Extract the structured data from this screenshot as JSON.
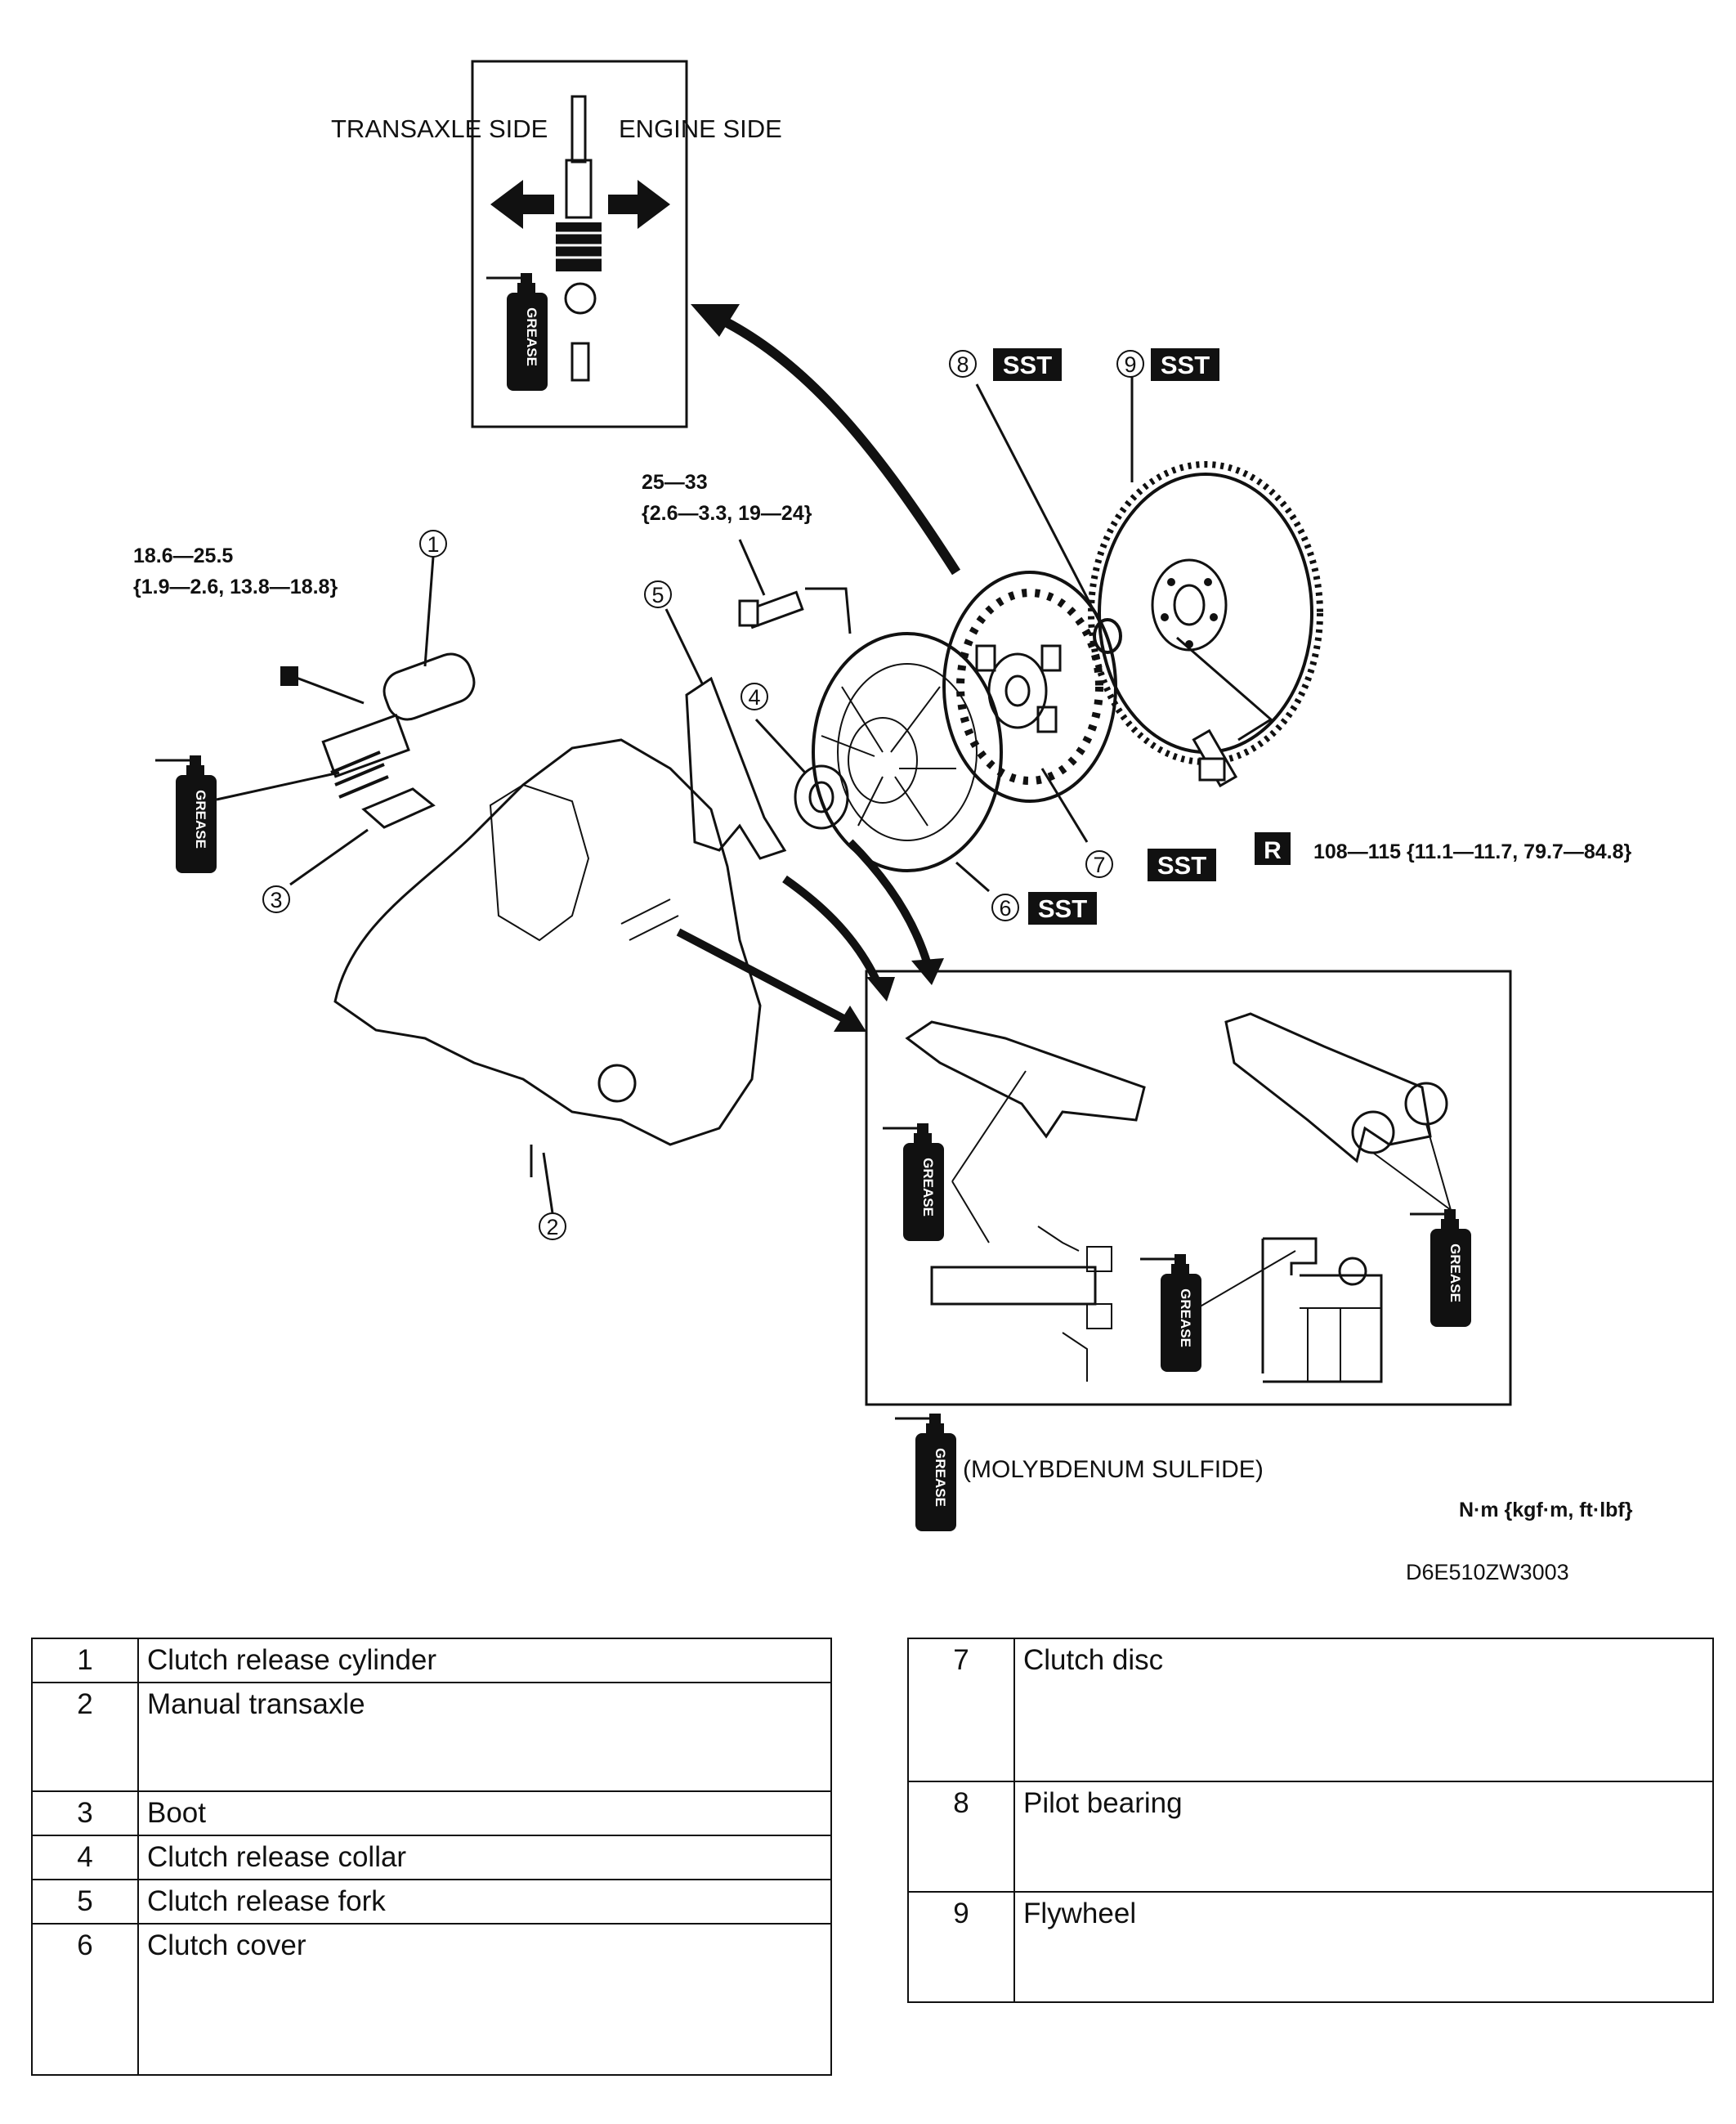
{
  "insets": {
    "top": {
      "transaxle_side": "TRANSAXLE SIDE",
      "engine_side": "ENGINE SIDE",
      "grease": "GREASE"
    }
  },
  "callouts": {
    "sst": "SST",
    "r_mark": "R",
    "grease": "GREASE",
    "grease_note": "(MOLYBDENUM SULFIDE)",
    "units": "N·m {kgf·m,  ft·lbf}",
    "drawing_code": "D6E510ZW3003"
  },
  "torque": {
    "cylinder_bolt": {
      "line1": "18.6—25.5",
      "line2": "{1.9—2.6, 13.8—18.8}"
    },
    "cover_bolt": {
      "line1": "25—33",
      "line2": "{2.6—3.3, 19—24}"
    },
    "flywheel_bolt": "108—115 {11.1—11.7, 79.7—84.8}"
  },
  "part_numbers": [
    "1",
    "2",
    "3",
    "4",
    "5",
    "6",
    "7",
    "8",
    "9"
  ],
  "legend": {
    "left": [
      {
        "num": "1",
        "name": "Clutch release cylinder"
      },
      {
        "num": "2",
        "name": "Manual transaxle"
      },
      {
        "num": "3",
        "name": "Boot"
      },
      {
        "num": "4",
        "name": "Clutch release collar"
      },
      {
        "num": "5",
        "name": "Clutch release fork"
      },
      {
        "num": "6",
        "name": "Clutch cover"
      }
    ],
    "right": [
      {
        "num": "7",
        "name": "Clutch disc"
      },
      {
        "num": "8",
        "name": "Pilot bearing"
      },
      {
        "num": "9",
        "name": "Flywheel"
      }
    ]
  }
}
